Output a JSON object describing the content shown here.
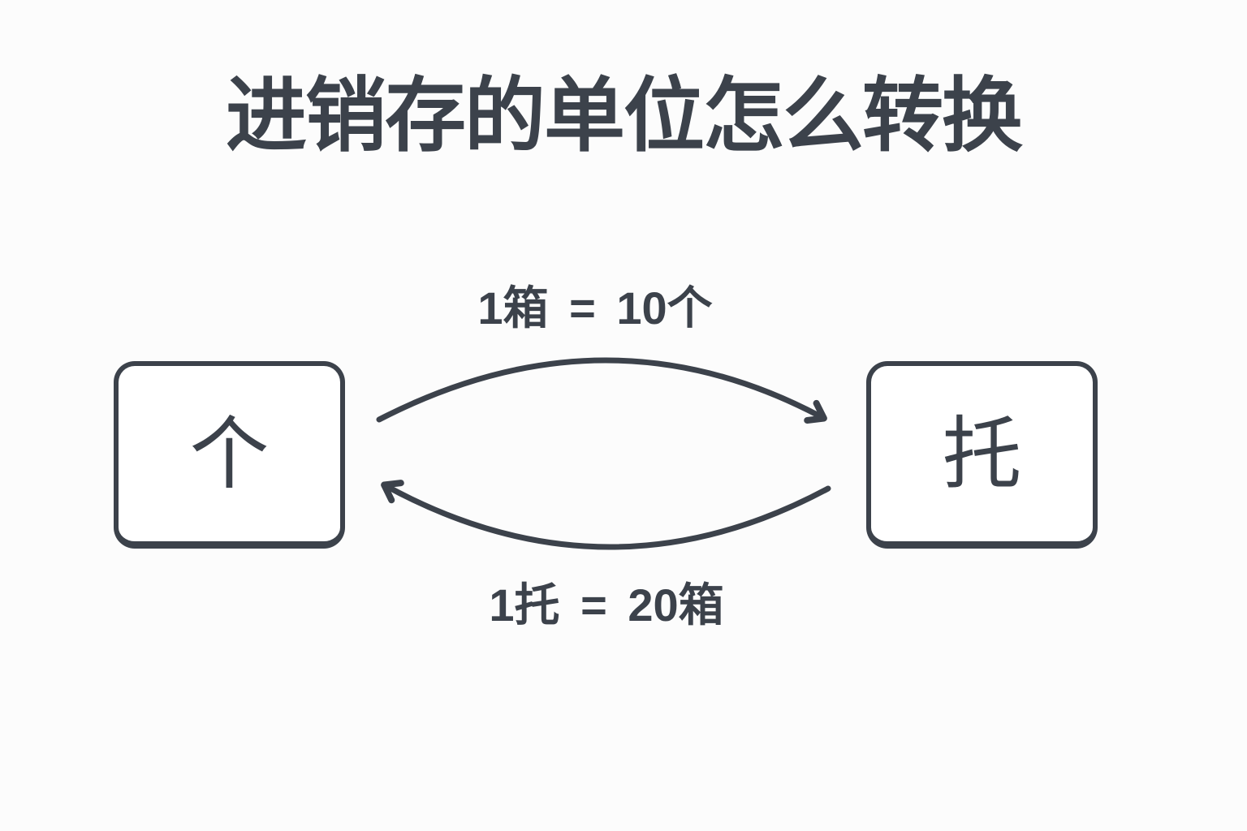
{
  "page": {
    "ink": "#3c424b",
    "background": "#fcfcfc"
  },
  "title": "进销存的单位怎么转换",
  "diagram": {
    "left_node": "个",
    "right_node": "托",
    "top_relation": "1箱 = 10个",
    "bottom_relation": "1托 = 20箱"
  }
}
